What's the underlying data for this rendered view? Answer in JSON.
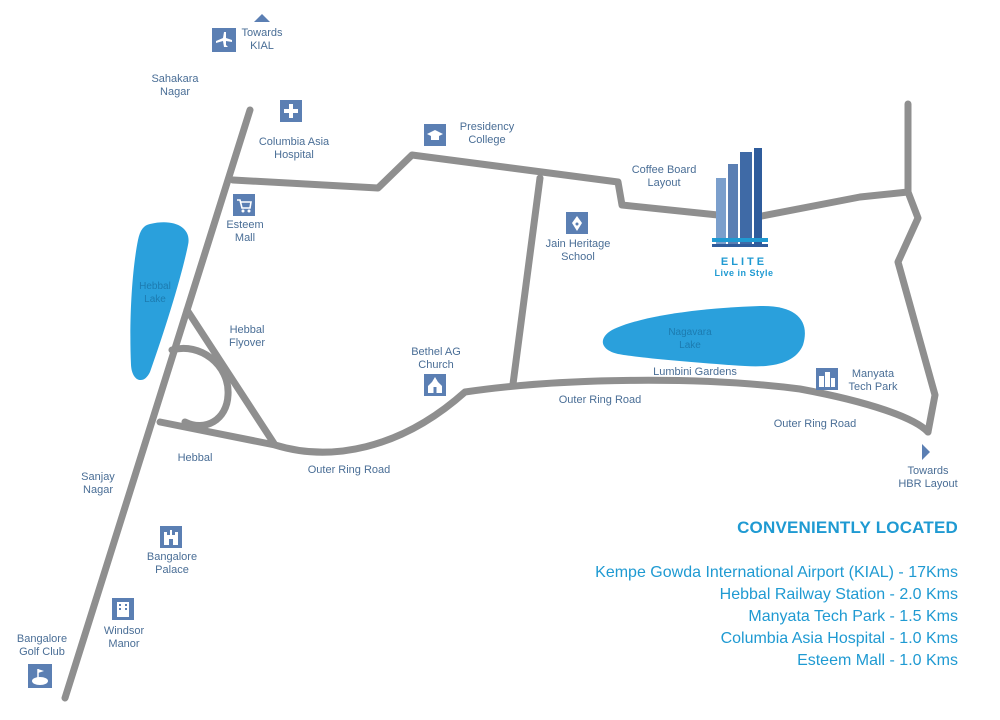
{
  "labels": {
    "towards_kial": "Towards\nKIAL",
    "sahakara_nagar": "Sahakara\nNagar",
    "columbia_asia": "Columbia Asia\nHospital",
    "presidency_college": "Presidency\nCollege",
    "coffee_board": "Coffee Board\nLayout",
    "esteem_mall": "Esteem\nMall",
    "jain_heritage": "Jain Heritage\nSchool",
    "hebbal_lake": "Hebbal\nLake",
    "hebbal_flyover": "Hebbal\nFlyover",
    "bethel_church": "Bethel AG\nChurch",
    "nagavara_lake": "Nagavara\nLake",
    "lumbini_gardens": "Lumbini Gardens",
    "manyata_tech_park": "Manyata\nTech Park",
    "outer_ring_road_1": "Outer Ring Road",
    "outer_ring_road_2": "Outer Ring Road",
    "outer_ring_road_3": "Outer Ring Road",
    "hebbal": "Hebbal",
    "sanjay_nagar": "Sanjay\nNagar",
    "towards_hbr": "Towards\nHBR Layout",
    "bangalore_palace": "Bangalore\nPalace",
    "windsor_manor": "Windsor\nManor",
    "bangalore_golf_club": "Bangalore\nGolf Club"
  },
  "brand": {
    "name": "ELITE",
    "tagline": "Live in Style"
  },
  "info": {
    "heading": "CONVENIENTLY LOCATED",
    "items": [
      "Kempe Gowda International Airport (KIAL) - 17Kms",
      "Hebbal Railway Station - 2.0 Kms",
      "Manyata Tech Park - 1.5 Kms",
      "Columbia Asia Hospital - 1.0 Kms",
      "Esteem Mall - 1.0 Kms"
    ]
  },
  "colors": {
    "road": "#8f8f8f",
    "lake": "#2aa0dc",
    "label": "#4a6e96",
    "accent": "#1f9ad2",
    "icon": "#5b7fb3"
  },
  "icons": [
    "airplane-icon",
    "hospital-cross-icon",
    "graduation-cap-icon",
    "shopping-cart-icon",
    "pen-nib-icon",
    "church-icon",
    "tech-park-icon",
    "palace-icon",
    "building-icon",
    "golf-icon",
    "direction-arrow-icon"
  ]
}
